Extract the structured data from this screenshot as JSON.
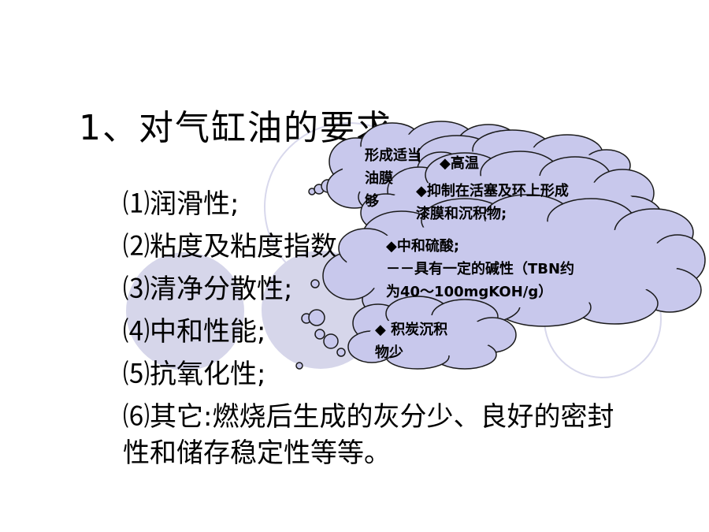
{
  "slide": {
    "title": "1、对气缸油的要求",
    "items": [
      "⑴润滑性;",
      "⑵粘度及粘度指数",
      "⑶清净分散性;",
      "⑷中和性能;",
      "⑸抗氧化性;",
      "⑹其它:燃烧后生成的灰分少、良好的密封性和储存稳定性等等。"
    ]
  },
  "callouts": [
    {
      "lines": [
        "形成适当",
        "油膜",
        "够"
      ]
    },
    {
      "lines": [
        "◆高温"
      ]
    },
    {
      "lines": [
        "◆抑制在活塞及环上形成",
        "漆膜和沉积物;"
      ]
    },
    {
      "lines": [
        "◆中和硫酸;",
        "－－具有一定的碱性（TBN约",
        "为40～100mgKOH/g）"
      ]
    },
    {
      "lines": [
        "◆ 积炭沉积",
        "物少"
      ]
    }
  ],
  "colors": {
    "bubble_fill": "#c8c8ec",
    "bubble_stroke": "#1a1a1a",
    "decor": "#d6d6ea"
  }
}
